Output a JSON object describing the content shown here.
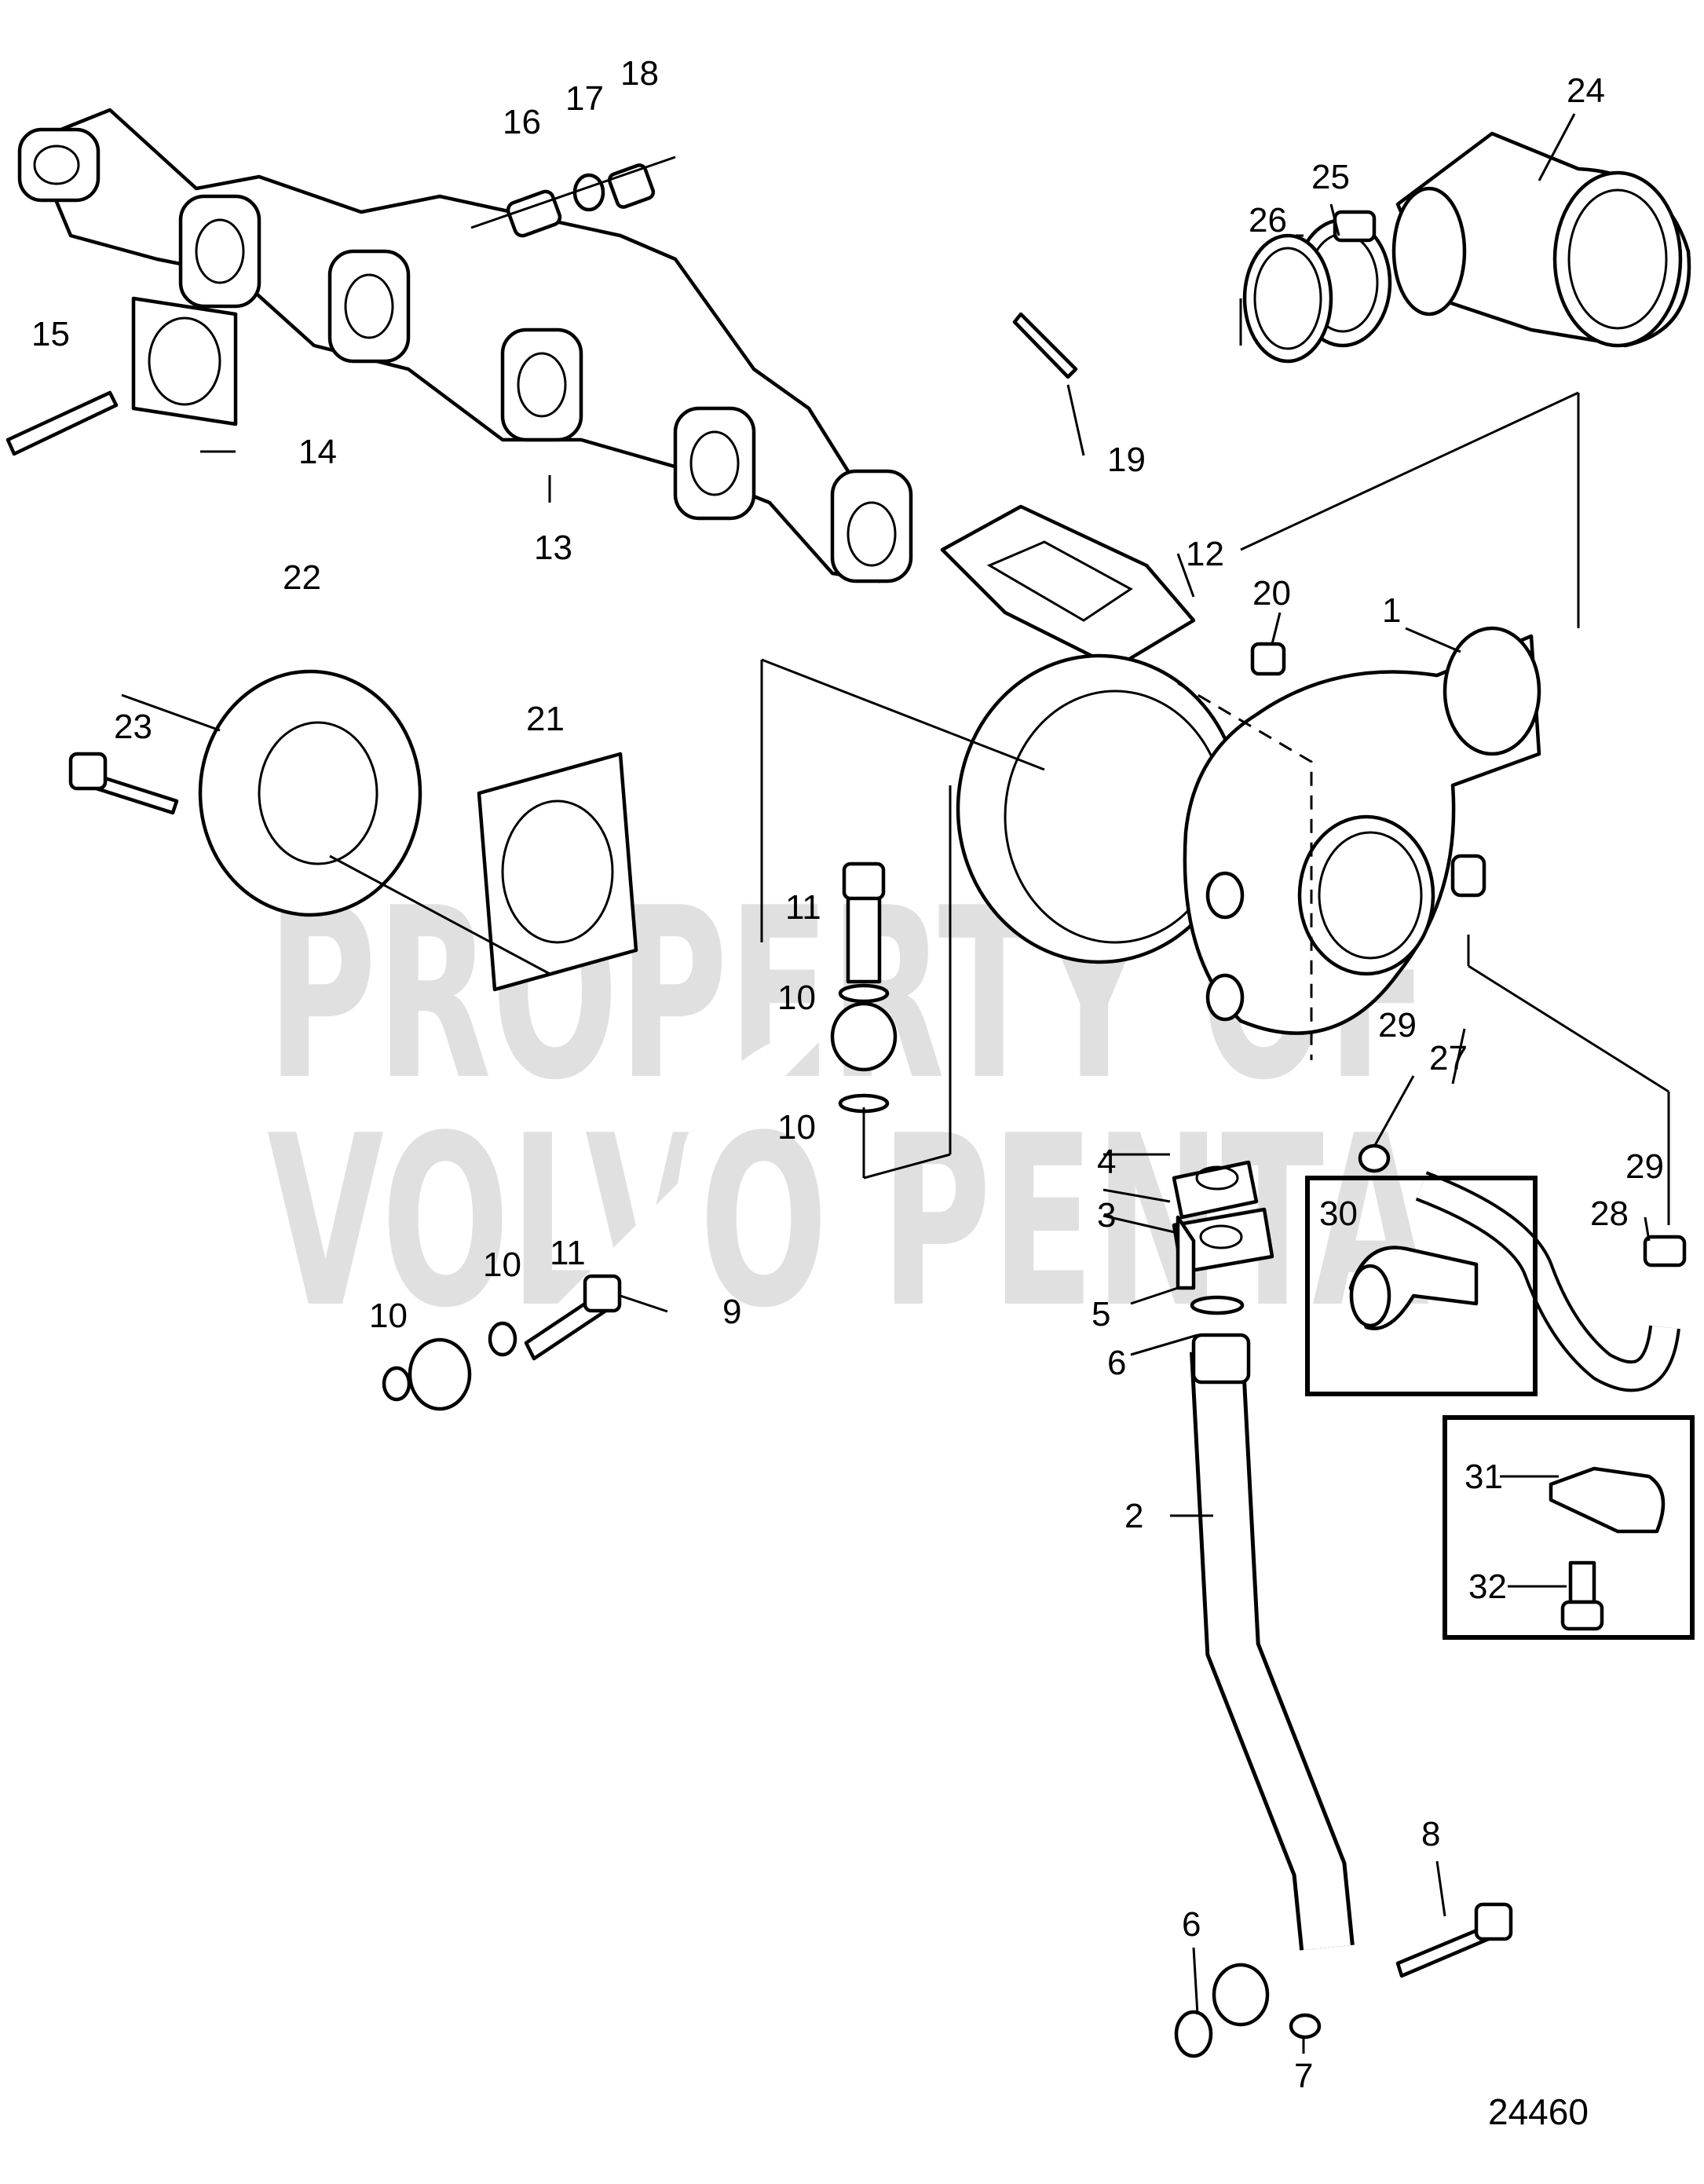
{
  "diagram_number": "24460",
  "watermark": [
    "PROPERTY OF",
    "VOLVO PENTA"
  ],
  "callouts": [
    "1",
    "2",
    "3",
    "4",
    "5",
    "6",
    "6",
    "7",
    "8",
    "9",
    "10",
    "10",
    "10",
    "10",
    "11",
    "11",
    "12",
    "13",
    "14",
    "15",
    "16",
    "17",
    "18",
    "19",
    "20",
    "21",
    "22",
    "23",
    "24",
    "25",
    "26",
    "27",
    "28",
    "29",
    "29",
    "30",
    "31",
    "32"
  ]
}
